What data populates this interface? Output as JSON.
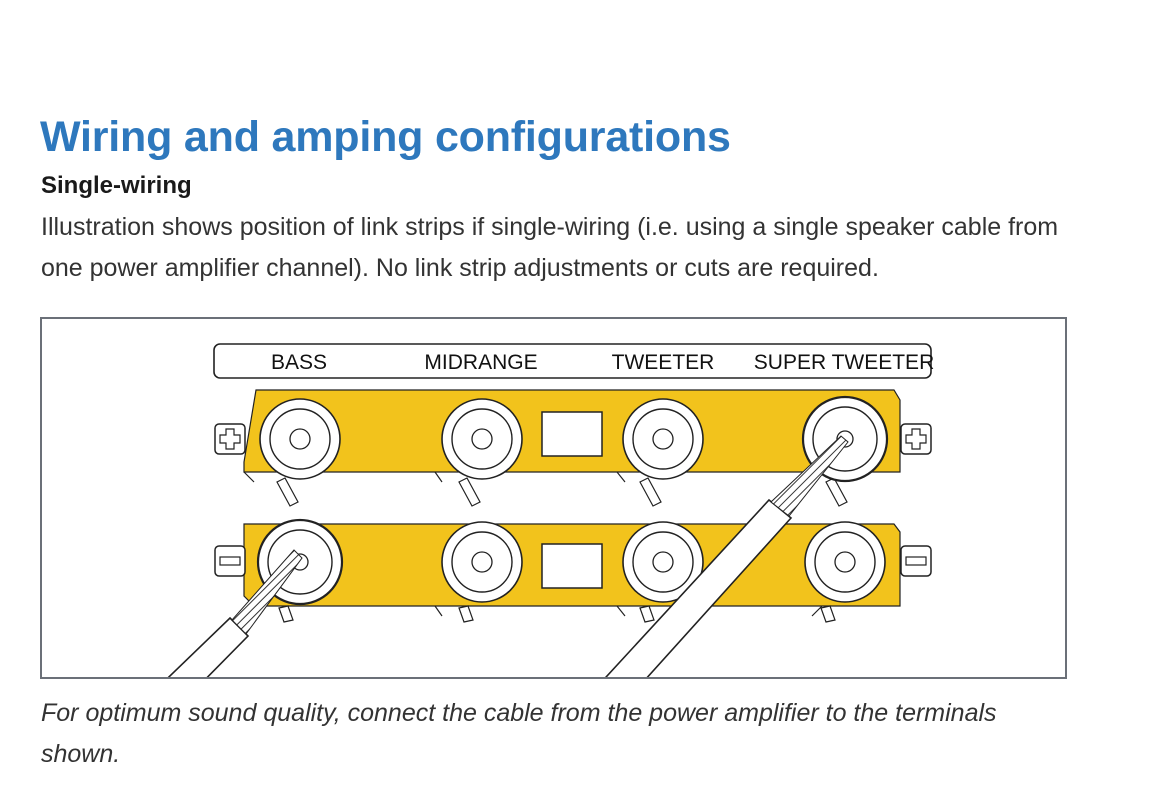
{
  "heading": "Wiring and amping configurations",
  "subheading": "Single-wiring",
  "description": "Illustration shows position of link strips if single-wiring (i.e. using a single speaker cable from one power amplifier channel). No link strip adjustments or cuts are required.",
  "diagram": {
    "labels": {
      "bass": "BASS",
      "midrange": "MIDRANGE",
      "tweeter": "TWEETER",
      "super_tweeter": "SUPER TWEETER"
    },
    "polarity": {
      "positive": "+",
      "negative": "−"
    },
    "colors": {
      "link_strip": "#f2c31c",
      "frame": "#6b7078"
    }
  },
  "caption": "For optimum sound quality, connect the cable from the power amplifier to the terminals shown."
}
